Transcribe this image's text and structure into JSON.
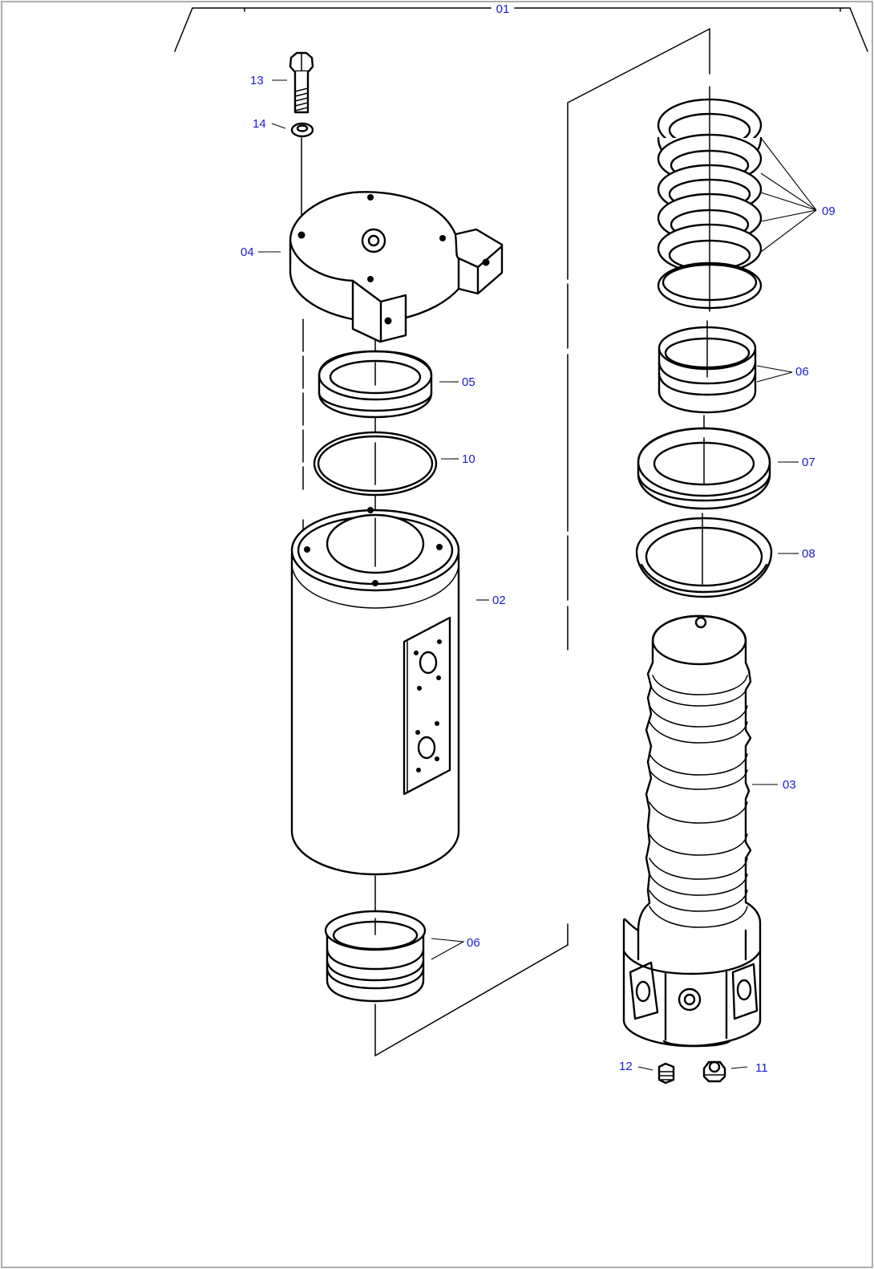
{
  "diagram": {
    "callouts": {
      "assembly": "01",
      "body": "02",
      "shaft": "03",
      "cover": "04",
      "seal_upper": "05",
      "bushing_lower": "06",
      "bushing_upper": "06",
      "seal_ring": "07",
      "dust_seal": "08",
      "slipper_rings": "09",
      "o_ring": "10",
      "plug_right": "11",
      "plug_left": "12",
      "bolt": "13",
      "washer": "14"
    },
    "colors": {
      "line": "#000000",
      "callout_text": "#1a1ad6",
      "background": "#ffffff"
    }
  }
}
